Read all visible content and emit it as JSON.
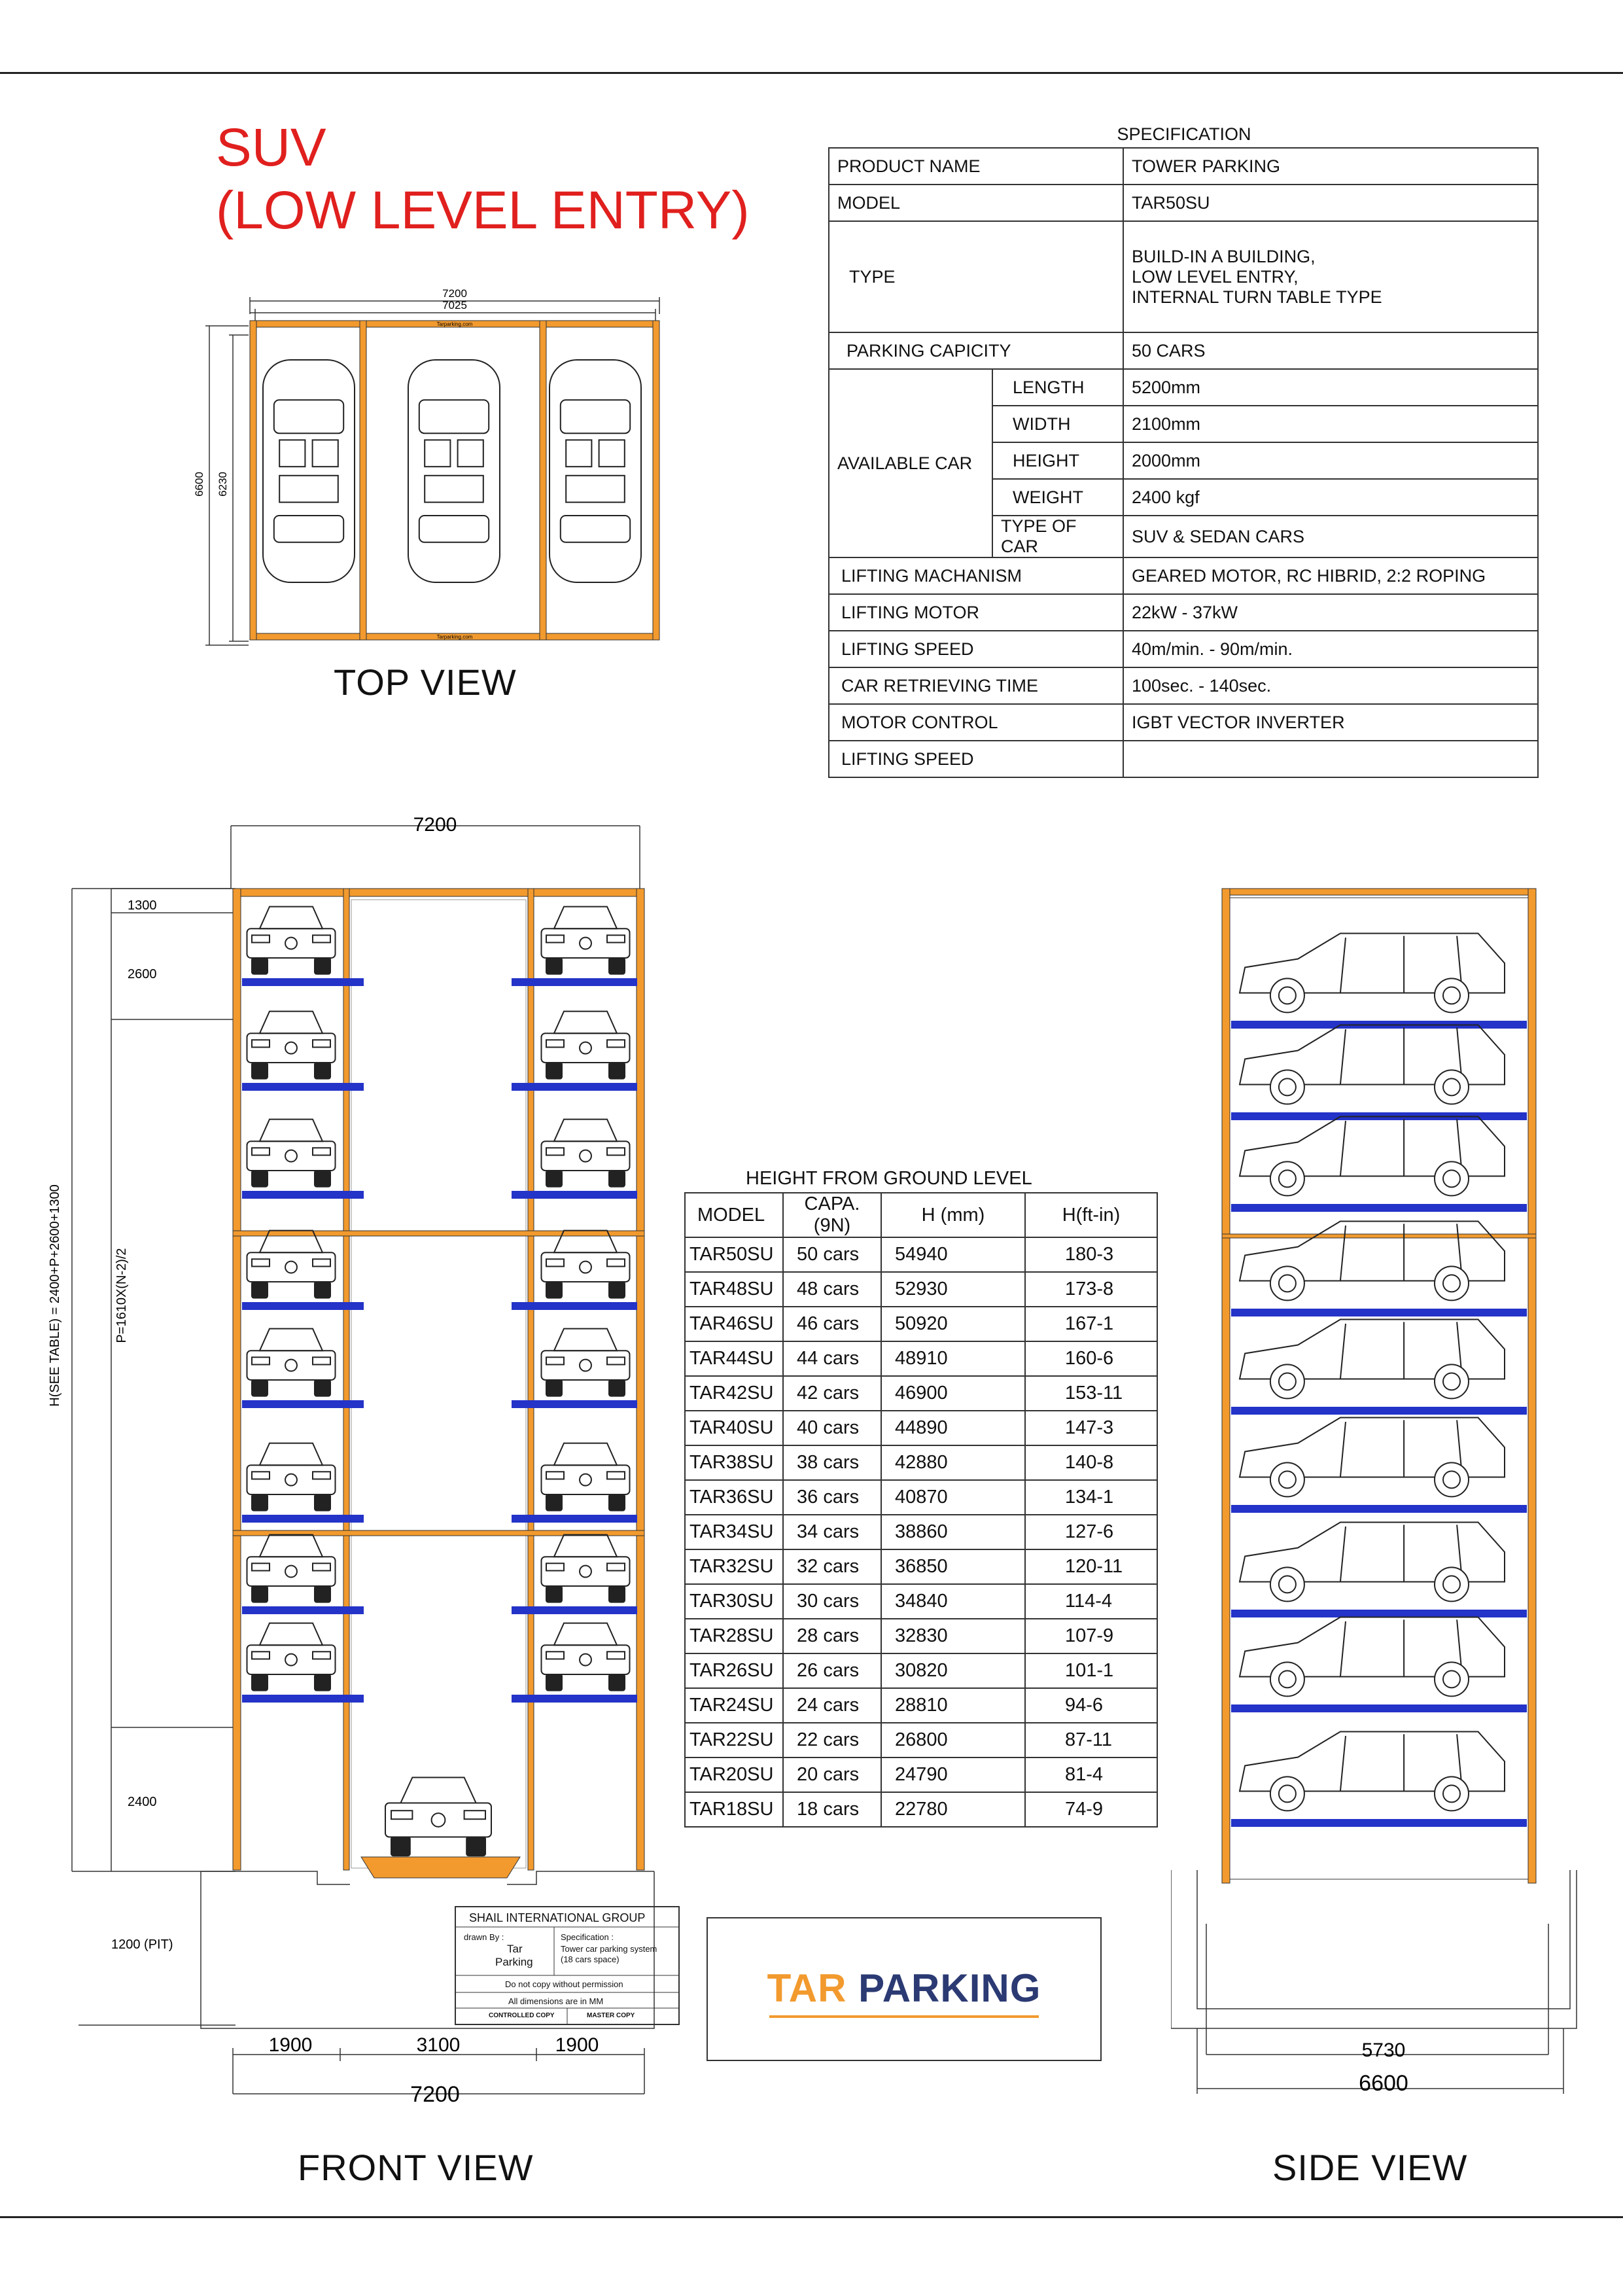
{
  "title": {
    "line1": "SUV",
    "line2": "(LOW LEVEL ENTRY)"
  },
  "views": {
    "top": "TOP VIEW",
    "front": "FRONT VIEW",
    "side": "SIDE VIEW"
  },
  "specification": {
    "caption": "SPECIFICATION",
    "product_name_label": "PRODUCT NAME",
    "product_name": "TOWER PARKING",
    "model_label": "MODEL",
    "model": "TAR50SU",
    "type_label": "TYPE",
    "type_line1": "BUILD-IN A BUILDING,",
    "type_line2": "LOW LEVEL ENTRY,",
    "type_line3": "INTERNAL TURN TABLE TYPE",
    "capacity_label": "PARKING CAPICITY",
    "capacity": "50 CARS",
    "available_car_label": "AVAILABLE CAR",
    "length_label": "LENGTH",
    "length": "5200mm",
    "width_label": "WIDTH",
    "width": "2100mm",
    "height_label": "HEIGHT",
    "height": "2000mm",
    "weight_label": "WEIGHT",
    "weight": "2400 kgf",
    "type_of_car_label": "TYPE OF CAR",
    "type_of_car": "SUV & SEDAN CARS",
    "lifting_mech_label": "LIFTING MACHANISM",
    "lifting_mech": "GEARED MOTOR, RC HIBRID, 2:2 ROPING",
    "lifting_motor_label": "LIFTING MOTOR",
    "lifting_motor": "22kW - 37kW",
    "lifting_speed_label": "LIFTING SPEED",
    "lifting_speed": "40m/min. - 90m/min.",
    "retrieve_label": "CAR RETRIEVING TIME",
    "retrieve": "100sec. - 140sec.",
    "motor_control_label": "MOTOR CONTROL",
    "motor_control": "IGBT VECTOR INVERTER",
    "lifting_speed2_label": "LIFTING SPEED",
    "lifting_speed2": ""
  },
  "height_table": {
    "caption": "HEIGHT FROM GROUND LEVEL",
    "headers": [
      "MODEL",
      "CAPA.(9N)",
      "H (mm)",
      "H(ft-in)"
    ],
    "rows": [
      [
        "TAR50SU",
        "50 cars",
        "54940",
        "180-3"
      ],
      [
        "TAR48SU",
        "48 cars",
        "52930",
        "173-8"
      ],
      [
        "TAR46SU",
        "46 cars",
        "50920",
        "167-1"
      ],
      [
        "TAR44SU",
        "44 cars",
        "48910",
        "160-6"
      ],
      [
        "TAR42SU",
        "42 cars",
        "46900",
        "153-11"
      ],
      [
        "TAR40SU",
        "40 cars",
        "44890",
        "147-3"
      ],
      [
        "TAR38SU",
        "38 cars",
        "42880",
        "140-8"
      ],
      [
        "TAR36SU",
        "36 cars",
        "40870",
        "134-1"
      ],
      [
        "TAR34SU",
        "34 cars",
        "38860",
        "127-6"
      ],
      [
        "TAR32SU",
        "32 cars",
        "36850",
        "120-11"
      ],
      [
        "TAR30SU",
        "30 cars",
        "34840",
        "114-4"
      ],
      [
        "TAR28SU",
        "28 cars",
        "32830",
        "107-9"
      ],
      [
        "TAR26SU",
        "26 cars",
        "30820",
        "101-1"
      ],
      [
        "TAR24SU",
        "24 cars",
        "28810",
        "94-6"
      ],
      [
        "TAR22SU",
        "22 cars",
        "26800",
        "87-11"
      ],
      [
        "TAR20SU",
        "20 cars",
        "24790",
        "81-4"
      ],
      [
        "TAR18SU",
        "18 cars",
        "22780",
        "74-9"
      ]
    ]
  },
  "top_dims": {
    "outer_w": "7200",
    "inner_w": "7025",
    "outer_h": "6600",
    "inner_h": "6230",
    "brand": "Tarparking.com"
  },
  "front_dims": {
    "top_w": "7200",
    "d1300": "1300",
    "d2600": "2600",
    "d2400": "2400",
    "pit": "1200 (PIT)",
    "b1900a": "1900",
    "b3100": "3100",
    "b1900b": "1900",
    "bottom_w": "7200",
    "vert_h": "H(SEE TABLE) = 2400+P+2600+1300",
    "vert_p": "P=1610X(N-2)/2"
  },
  "side_dims": {
    "inner": "5730",
    "outer": "6600"
  },
  "title_block": {
    "company": "SHAIL INTERNATIONAL GROUP",
    "drawn_by": "drawn By :",
    "drawn_name_1": "Tar",
    "drawn_name_2": "Parking",
    "spec": "Specification :",
    "spec_text_1": "Tower car parking system",
    "spec_text_2": "(18 cars space)",
    "copy": "Do not copy without permission",
    "dims": "All dimensions are in MM",
    "controlled": "CONTROLLED COPY",
    "master": "MASTER COPY"
  },
  "logo": {
    "word1": "TAR",
    "word2": "PARKING"
  },
  "colors": {
    "title_red": "#e0201e",
    "frame_orange": "#f29a2e",
    "pallet_blue": "#2433c8",
    "logo_navy": "#2b3a73"
  }
}
